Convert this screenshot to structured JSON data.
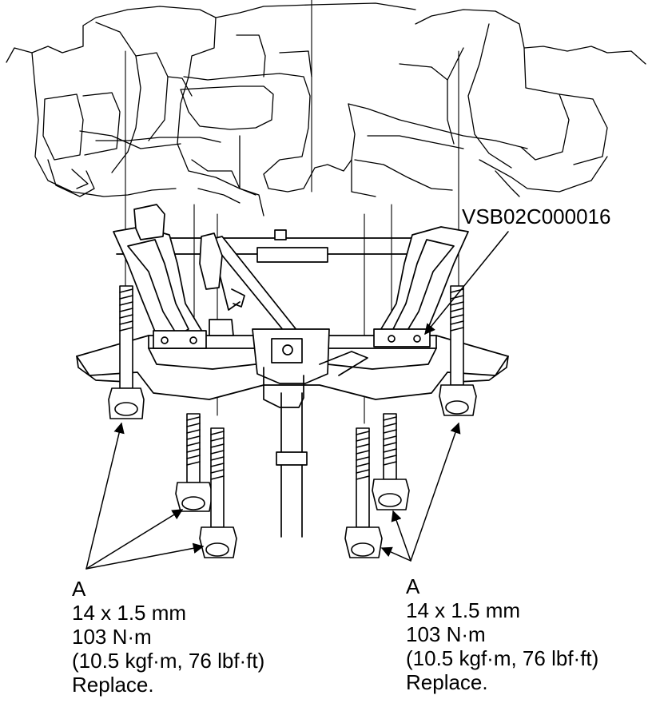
{
  "diagram": {
    "reference_code": "VSB02C000016",
    "callouts": [
      {
        "letter": "A",
        "size": "14 x 1.5 mm",
        "torque_nm": "103 N·m",
        "torque_alt": "(10.5 kgf·m, 76 lbf·ft)",
        "note": "Replace."
      },
      {
        "letter": "A",
        "size": "14 x 1.5 mm",
        "torque_nm": "103 N·m",
        "torque_alt": "(10.5 kgf·m, 76 lbf·ft)",
        "note": "Replace."
      }
    ]
  }
}
